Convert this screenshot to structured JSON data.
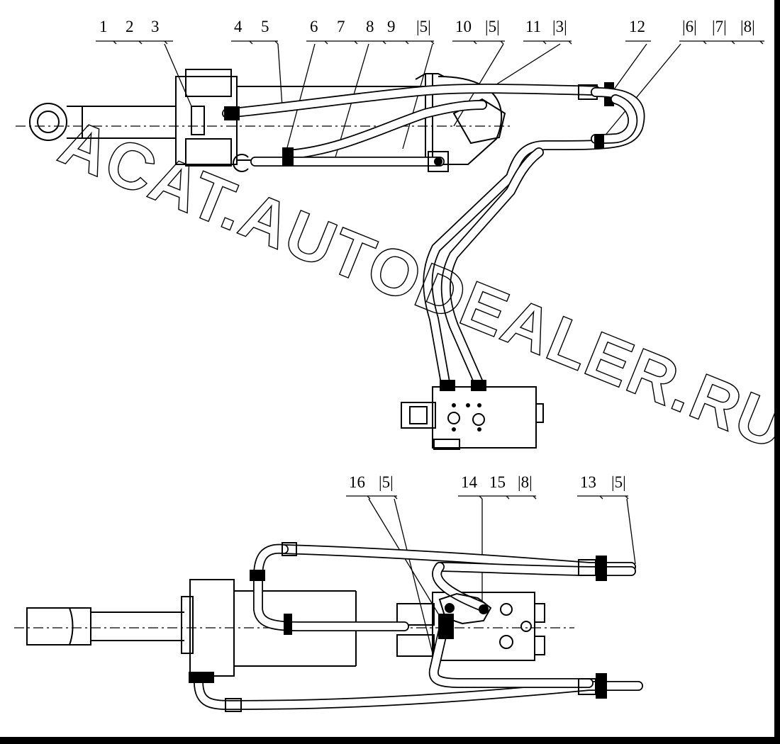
{
  "watermark": "ACAT.AUTODEALER.RU",
  "top_view": {
    "callouts": [
      {
        "id": "c1",
        "text": "1"
      },
      {
        "id": "c2",
        "text": "2"
      },
      {
        "id": "c3",
        "text": "3"
      },
      {
        "id": "c4",
        "text": "4"
      },
      {
        "id": "c5",
        "text": "5"
      },
      {
        "id": "c6",
        "text": "6"
      },
      {
        "id": "c7",
        "text": "7"
      },
      {
        "id": "c8",
        "text": "8"
      },
      {
        "id": "c9",
        "text": "9"
      },
      {
        "id": "c10",
        "text": "|5|"
      },
      {
        "id": "c11",
        "text": "10"
      },
      {
        "id": "c12",
        "text": "|5|"
      },
      {
        "id": "c13",
        "text": "11"
      },
      {
        "id": "c14",
        "text": "|3|"
      },
      {
        "id": "c15",
        "text": "12"
      },
      {
        "id": "c16",
        "text": "|6|"
      },
      {
        "id": "c17",
        "text": "|7|"
      },
      {
        "id": "c18",
        "text": "|8|"
      }
    ]
  },
  "bottom_view": {
    "callouts": [
      {
        "id": "d1",
        "text": "16"
      },
      {
        "id": "d2",
        "text": "|5|"
      },
      {
        "id": "d3",
        "text": "14"
      },
      {
        "id": "d4",
        "text": "15"
      },
      {
        "id": "d5",
        "text": "|8|"
      },
      {
        "id": "d6",
        "text": "13"
      },
      {
        "id": "d7",
        "text": "|5|"
      }
    ]
  }
}
